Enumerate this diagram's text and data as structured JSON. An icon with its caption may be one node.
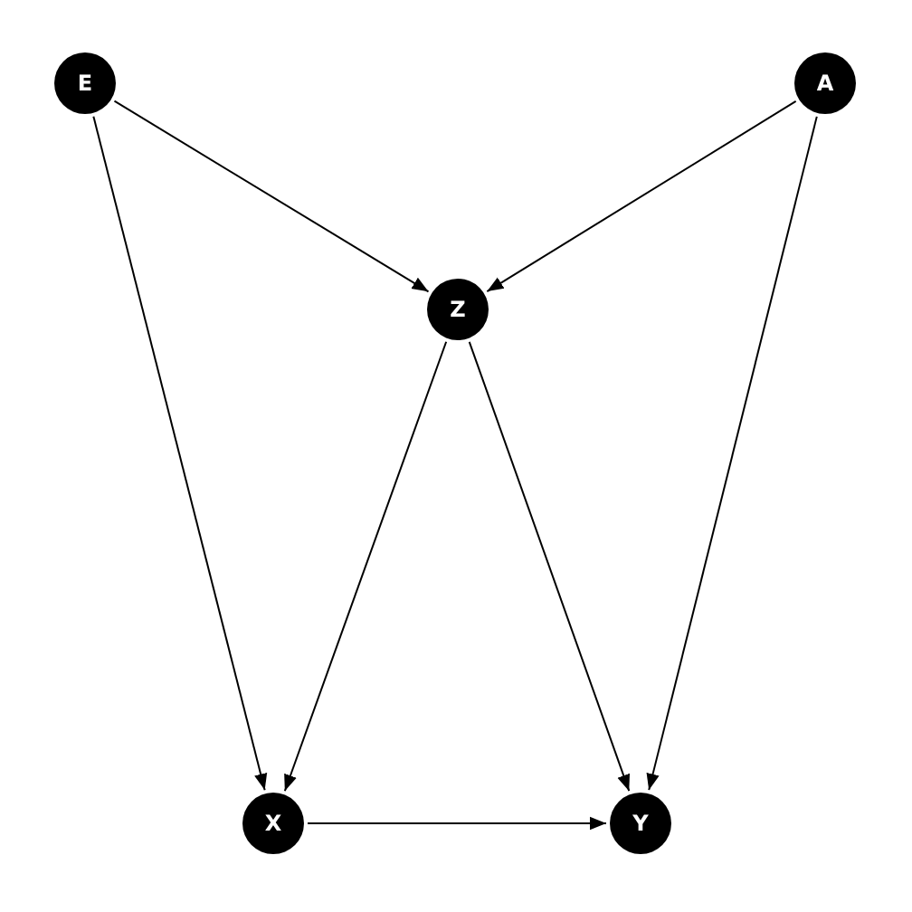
{
  "diagram": {
    "nodes": [
      {
        "text": [
          "E"
        ]
      },
      {
        "text": [
          "A"
        ]
      },
      {
        "text": [
          "Z"
        ]
      },
      {
        "text": [
          "X"
        ]
      },
      {
        "text": [
          "Y"
        ]
      }
    ],
    "edges": [
      {
        "from": 0,
        "to": 2,
        "arrow": "to"
      },
      {
        "from": 1,
        "to": 2,
        "arrow": "to"
      },
      {
        "from": 0,
        "to": 3,
        "arrow": "to"
      },
      {
        "from": 2,
        "to": 3,
        "arrow": "to"
      },
      {
        "from": 2,
        "to": 4,
        "arrow": "to"
      },
      {
        "from": 1,
        "to": 4,
        "arrow": "to"
      },
      {
        "from": 3,
        "to": 4,
        "arrow": "to"
      }
    ]
  }
}
